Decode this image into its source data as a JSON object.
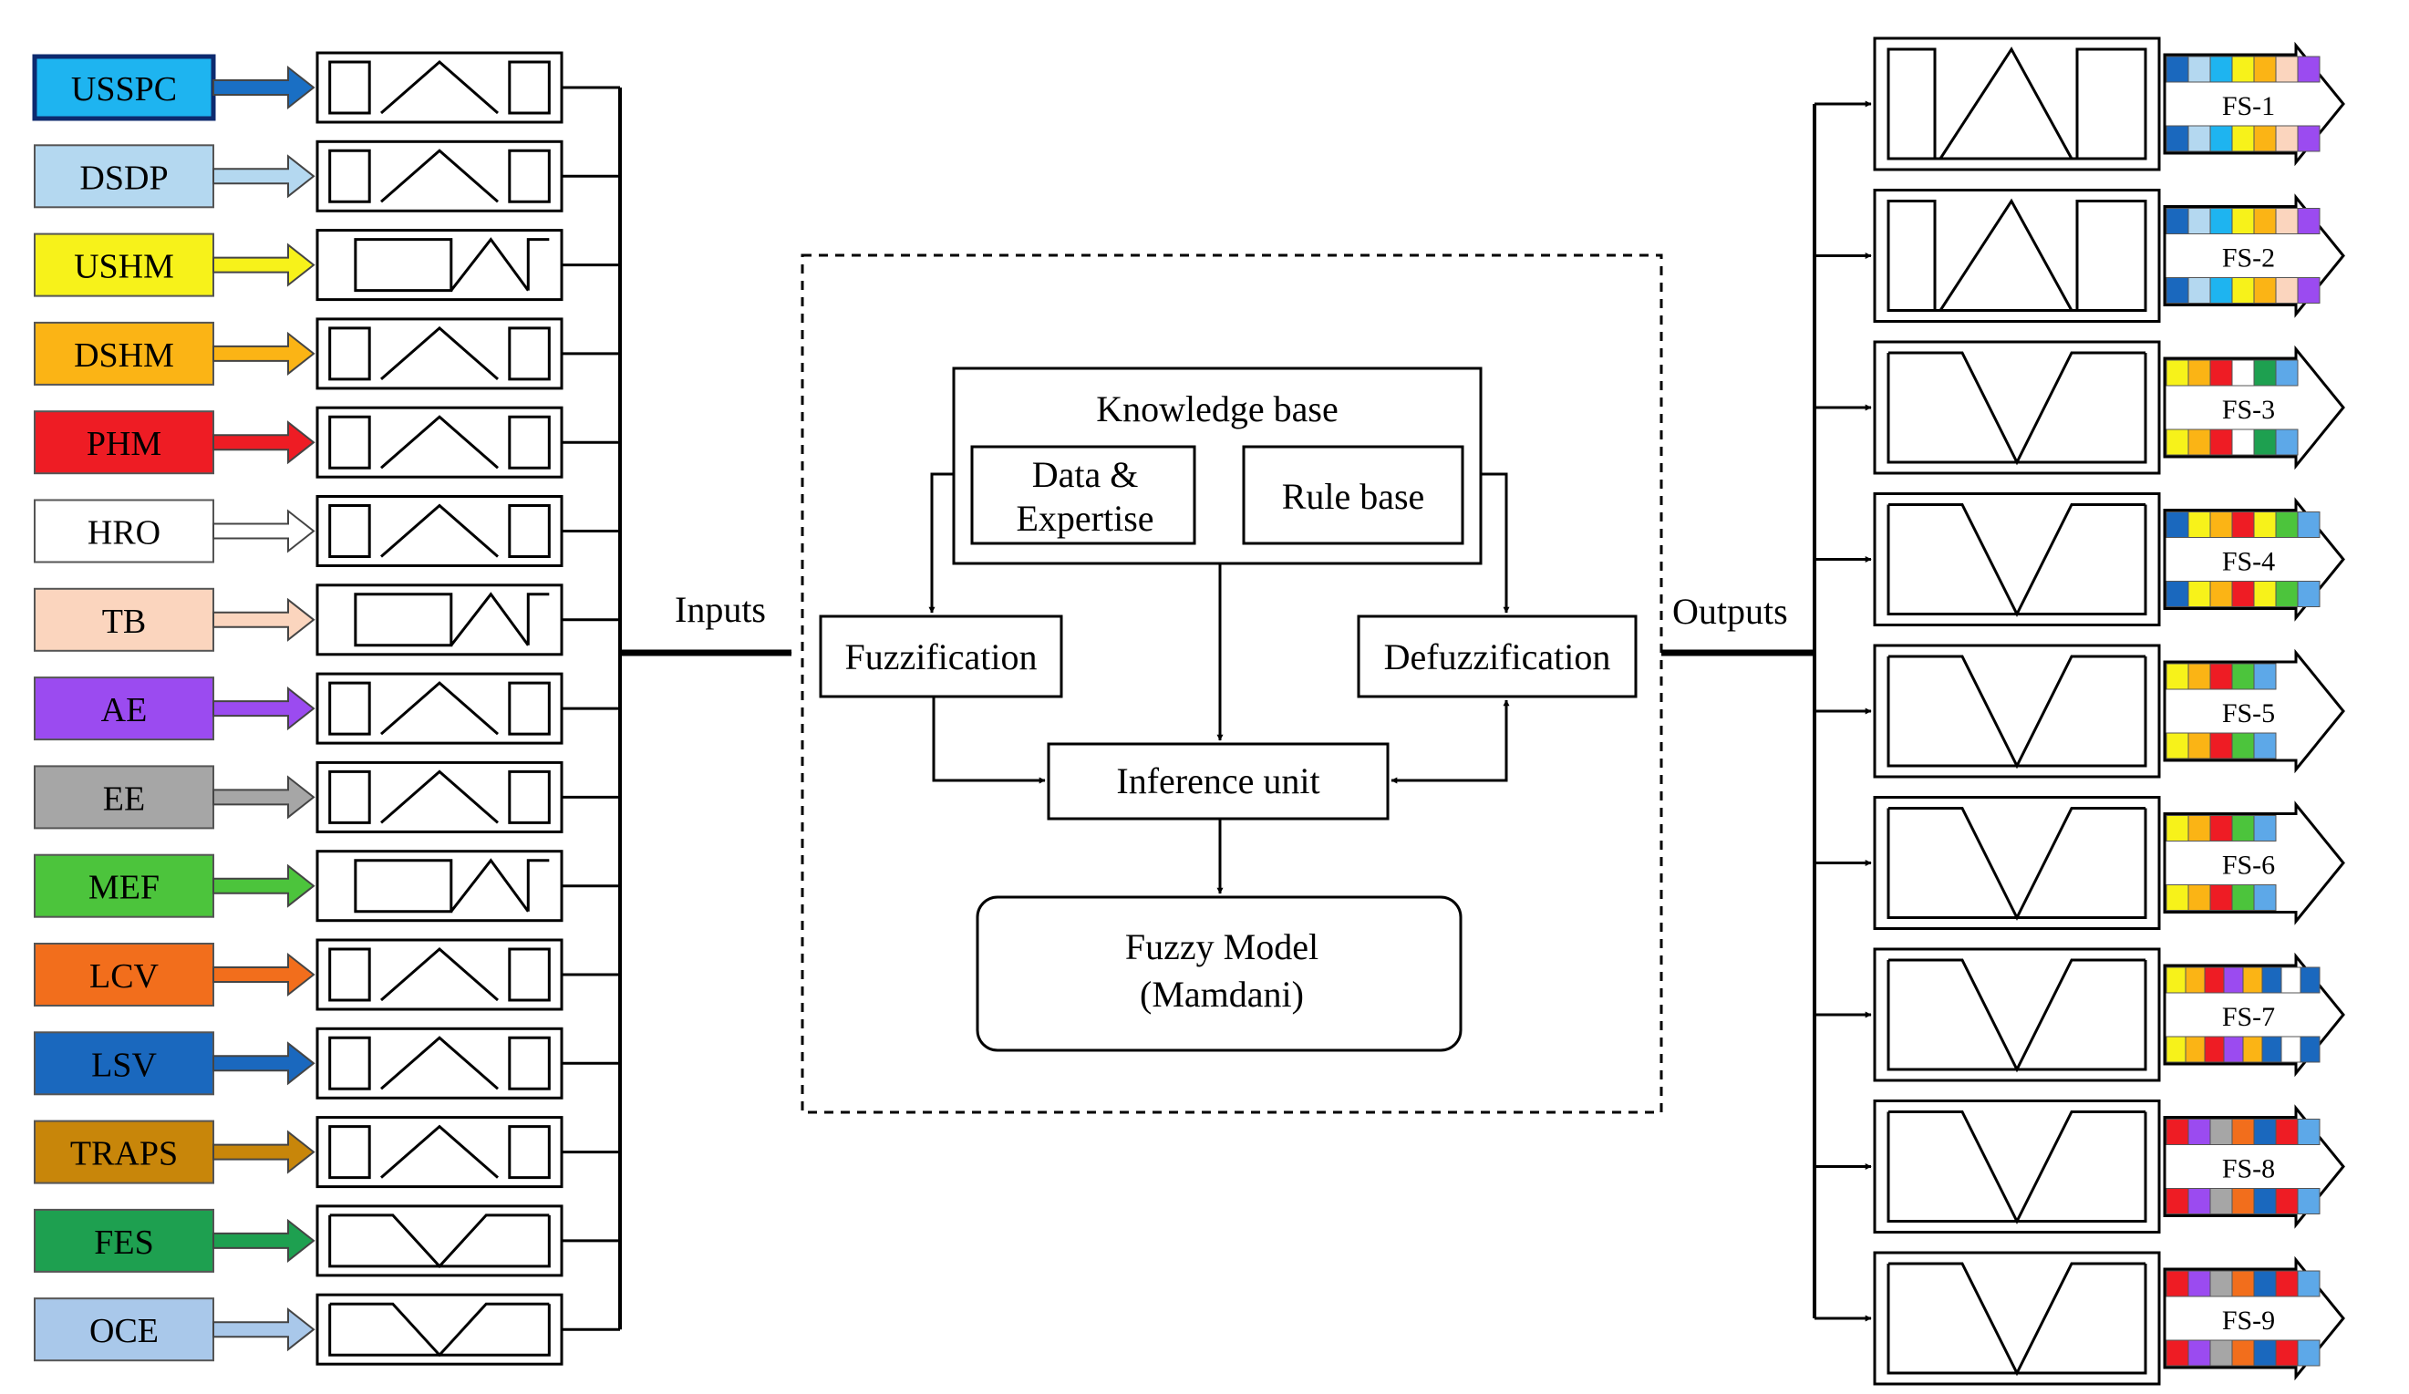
{
  "inputs": [
    {
      "label": "USSPC",
      "color": "#1EB4F0",
      "arrow_color": "#1A6FC4",
      "shape": "tri-narrow",
      "highlight": true
    },
    {
      "label": "DSDP",
      "color": "#B4D8F0",
      "arrow_color": "#B4D8F0",
      "shape": "tri-narrow"
    },
    {
      "label": "USHM",
      "color": "#F7F21A",
      "arrow_color": "#F7F21A",
      "shape": "tri-right"
    },
    {
      "label": "DSHM",
      "color": "#FBB415",
      "arrow_color": "#FBB415",
      "shape": "tri-narrow"
    },
    {
      "label": "PHM",
      "color": "#EE1C24",
      "arrow_color": "#EE1C24",
      "shape": "tri-narrow"
    },
    {
      "label": "HRO",
      "color": "#FFFFFF",
      "arrow_color": "#FFFFFF",
      "shape": "tri-narrow"
    },
    {
      "label": "TB",
      "color": "#FBD5BE",
      "arrow_color": "#FBD5BE",
      "shape": "tri-right"
    },
    {
      "label": "AE",
      "color": "#9B4BF0",
      "arrow_color": "#9B4BF0",
      "shape": "tri-narrow"
    },
    {
      "label": "EE",
      "color": "#A6A6A6",
      "arrow_color": "#A6A6A6",
      "shape": "tri-narrow"
    },
    {
      "label": "MEF",
      "color": "#4CC43C",
      "arrow_color": "#4CC43C",
      "shape": "tri-right"
    },
    {
      "label": "LCV",
      "color": "#F26E1C",
      "arrow_color": "#F26E1C",
      "shape": "tri-narrow"
    },
    {
      "label": "LSV",
      "color": "#1A68BE",
      "arrow_color": "#1A68BE",
      "shape": "tri-narrow"
    },
    {
      "label": "TRAPS",
      "color": "#C8860A",
      "arrow_color": "#C8860A",
      "shape": "tri-narrow"
    },
    {
      "label": "FES",
      "color": "#1EA050",
      "arrow_color": "#1EA050",
      "shape": "v"
    },
    {
      "label": "OCE",
      "color": "#A9C8EA",
      "arrow_color": "#A9C8EA",
      "shape": "v"
    }
  ],
  "center": {
    "inputs_label": "Inputs",
    "outputs_label": "Outputs",
    "knowledge_base": "Knowledge base",
    "data_expertise": [
      "Data &",
      "Expertise"
    ],
    "rule_base": "Rule base",
    "fuzzification": "Fuzzification",
    "defuzzification": "Defuzzification",
    "inference_unit": "Inference unit",
    "fuzzy_model": [
      "Fuzzy Model",
      "(Mamdani)"
    ]
  },
  "outputs": [
    {
      "label": "FS-1",
      "shape": "tri-peak",
      "swatches": [
        "#1A68BE",
        "#B4D8F0",
        "#1EB4F0",
        "#F7F21A",
        "#FBB415",
        "#FBD5BE",
        "#9B4BF0"
      ]
    },
    {
      "label": "FS-2",
      "shape": "tri-peak",
      "swatches": [
        "#1A68BE",
        "#B4D8F0",
        "#1EB4F0",
        "#F7F21A",
        "#FBB415",
        "#FBD5BE",
        "#9B4BF0"
      ]
    },
    {
      "label": "FS-3",
      "shape": "v",
      "swatches": [
        "#F7F21A",
        "#FBB415",
        "#EE1C24",
        "#FFFFFF",
        "#1EA050",
        "#5DA8E8"
      ]
    },
    {
      "label": "FS-4",
      "shape": "v",
      "swatches": [
        "#1A68BE",
        "#F7F21A",
        "#FBB415",
        "#EE1C24",
        "#F7F21A",
        "#4CC43C",
        "#5DA8E8"
      ]
    },
    {
      "label": "FS-5",
      "shape": "v",
      "swatches": [
        "#F7F21A",
        "#FBB415",
        "#EE1C24",
        "#4CC43C",
        "#5DA8E8"
      ]
    },
    {
      "label": "FS-6",
      "shape": "v",
      "swatches": [
        "#F7F21A",
        "#FBB415",
        "#EE1C24",
        "#4CC43C",
        "#5DA8E8"
      ]
    },
    {
      "label": "FS-7",
      "shape": "v",
      "swatches": [
        "#F7F21A",
        "#FBB415",
        "#EE1C24",
        "#9B4BF0",
        "#FBB415",
        "#1A68BE",
        "#FFFFFF",
        "#1A68BE"
      ]
    },
    {
      "label": "FS-8",
      "shape": "v",
      "swatches": [
        "#EE1C24",
        "#9B4BF0",
        "#A6A6A6",
        "#F26E1C",
        "#1A68BE",
        "#EE1C24",
        "#5DA8E8"
      ]
    },
    {
      "label": "FS-9",
      "shape": "v",
      "swatches": [
        "#EE1C24",
        "#9B4BF0",
        "#A6A6A6",
        "#F26E1C",
        "#1A68BE",
        "#EE1C24",
        "#5DA8E8"
      ]
    }
  ]
}
